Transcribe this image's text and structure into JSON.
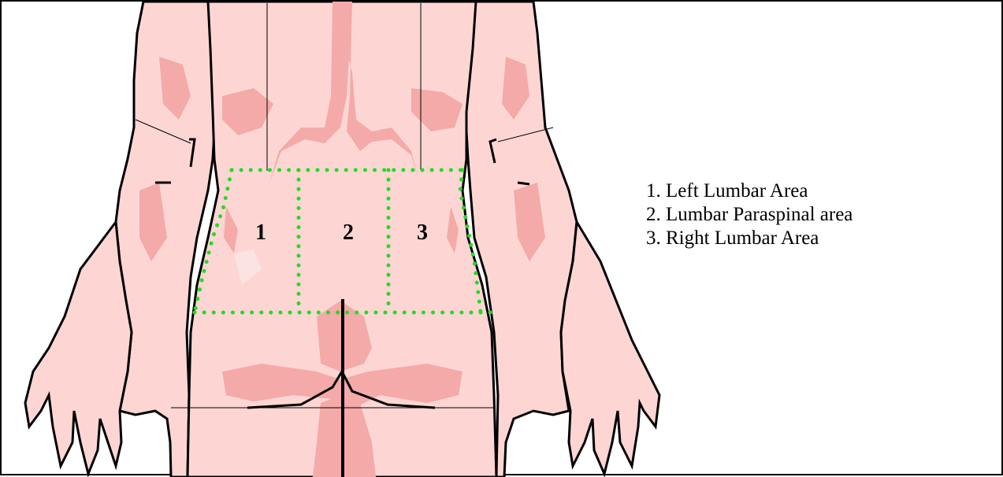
{
  "regions": [
    {
      "number": "1",
      "label": "1. Left Lumbar Area"
    },
    {
      "number": "2",
      "label": "2. Lumbar Paraspinal area"
    },
    {
      "number": "3",
      "label": "3. Right Lumbar Area"
    }
  ],
  "colors": {
    "skin": "#fdd6d4",
    "shade": "#f4aaa8",
    "shade_dark": "#ee9896",
    "outline": "#000000",
    "region_dots": "#22dd22"
  }
}
